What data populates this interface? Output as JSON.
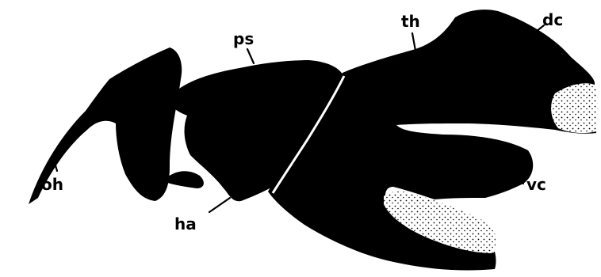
{
  "figure": {
    "labels": {
      "oh": "oh",
      "ps": "ps",
      "th": "th",
      "dc": "dc",
      "ha": "ha",
      "vc": "vc"
    },
    "colors": {
      "ink": "#000000",
      "paper": "#ffffff"
    }
  }
}
